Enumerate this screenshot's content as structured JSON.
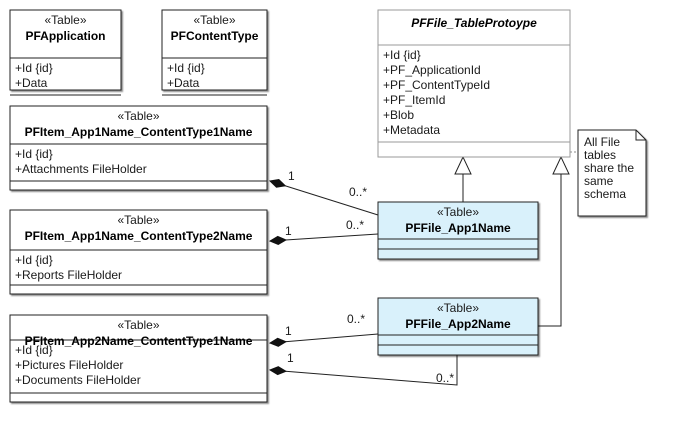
{
  "diagram": {
    "classes": [
      {
        "id": "pfapplication",
        "stereotype": "«Table»",
        "name": "PFApplication",
        "attributes": [
          "+Id {id}",
          "+Data"
        ]
      },
      {
        "id": "pfcontenttype",
        "stereotype": "«Table»",
        "name": "PFContentType",
        "attributes": [
          "+Id {id}",
          "+Data"
        ]
      },
      {
        "id": "pffile-tableprototype",
        "stereotype": "",
        "name": "PFFile_TableProtoype",
        "abstract": true,
        "attributes": [
          "+Id {id}",
          "+PF_ApplicationId",
          "+PF_ContentTypeId",
          "+PF_ItemId",
          "+Blob",
          "+Metadata"
        ]
      },
      {
        "id": "pfitem-app1-ct1",
        "stereotype": "«Table»",
        "name": "PFItem_App1Name_ContentType1Name",
        "attributes": [
          "+Id {id}",
          "+Attachments FileHolder"
        ]
      },
      {
        "id": "pfitem-app1-ct2",
        "stereotype": "«Table»",
        "name": "PFItem_App1Name_ContentType2Name",
        "attributes": [
          "+Id {id}",
          "+Reports FileHolder"
        ]
      },
      {
        "id": "pfitem-app2-ct1",
        "stereotype": "«Table»",
        "name": "PFItem_App2Name_ContentType1Name",
        "attributes": [
          "+Id {id}",
          "+Pictures FileHolder",
          "+Documents FileHolder"
        ]
      },
      {
        "id": "pffile-app1",
        "stereotype": "«Table»",
        "name": "PFFile_App1Name",
        "attributes": [],
        "highlight_color": "#d9f1fb"
      },
      {
        "id": "pffile-app2",
        "stereotype": "«Table»",
        "name": "PFFile_App2Name",
        "attributes": [],
        "highlight_color": "#d9f1fb"
      }
    ],
    "note": {
      "lines": [
        "All File",
        "tables",
        "share the",
        "same",
        "schema"
      ]
    },
    "associations": [
      {
        "from": "pfitem-app1-ct1",
        "to": "pffile-app1",
        "source_mult": "1",
        "target_mult": "0..*",
        "kind": "composition"
      },
      {
        "from": "pfitem-app1-ct2",
        "to": "pffile-app1",
        "source_mult": "1",
        "target_mult": "0..*",
        "kind": "composition"
      },
      {
        "from": "pfitem-app2-ct1",
        "to": "pffile-app2",
        "source_mult": "1",
        "target_mult": "0..*",
        "kind": "composition"
      },
      {
        "from": "pfitem-app2-ct1",
        "to": "pffile-app2",
        "source_mult": "1",
        "target_mult": "0..*",
        "kind": "composition"
      }
    ],
    "generalizations": [
      {
        "from": "pffile-app1",
        "to": "pffile-tableprototype"
      },
      {
        "from": "pffile-app2",
        "to": "pffile-tableprototype"
      }
    ]
  }
}
